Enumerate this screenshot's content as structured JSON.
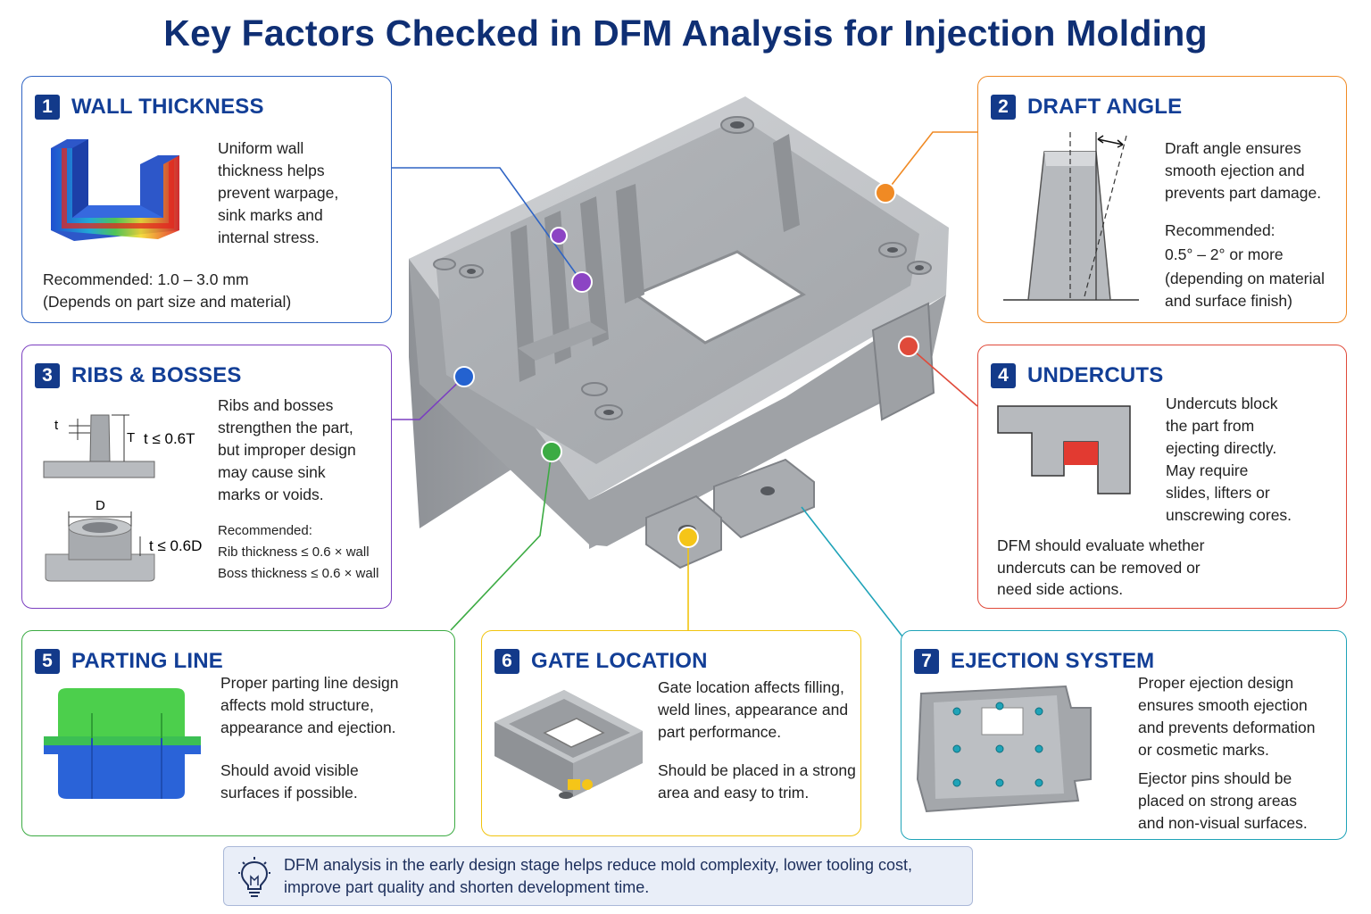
{
  "title": "Key Factors Checked in DFM Analysis for Injection Molding",
  "colors": {
    "navy": "#133a8a",
    "wall_thickness": "#2f64c4",
    "draft_angle": "#f08a24",
    "ribs_bosses": "#7b3fc0",
    "undercuts": "#e04a3a",
    "parting_line": "#3cab43",
    "gate_location": "#f1c40f",
    "ejection_system": "#1fa3b8"
  },
  "panels": {
    "wall": {
      "number": "1",
      "title": "WALL THICKNESS",
      "icon": "thickness-heatmap-icon",
      "lines": [
        "Uniform wall",
        "thickness helps",
        "prevent warpage,",
        "sink marks and",
        "internal stress."
      ],
      "recommend": [
        "Recommended: 1.0 – 3.0 mm",
        "(Depends on part size and material)"
      ]
    },
    "draft": {
      "number": "2",
      "title": "DRAFT ANGLE",
      "icon": "draft-angle-diagram",
      "lines": [
        "Draft angle ensures",
        "smooth ejection and",
        "prevents part damage."
      ],
      "recommend": [
        "Recommended:",
        "0.5° – 2° or more",
        "(depending on material",
        "and surface finish)"
      ]
    },
    "ribs": {
      "number": "3",
      "title": "RIBS & BOSSES",
      "icon": "rib-boss-diagram",
      "lines": [
        "Ribs and bosses",
        "strengthen the part,",
        "but improper design",
        "may cause sink",
        "marks or voids."
      ],
      "diagram_labels": {
        "t": "t",
        "T": "T",
        "rib_rule": "t ≤ 0.6T",
        "D": "D",
        "boss_rule": "t ≤ 0.6D"
      },
      "recommend": [
        "Recommended:",
        "Rib thickness ≤ 0.6 × wall",
        "Boss thickness ≤ 0.6 × wall"
      ]
    },
    "undercuts": {
      "number": "4",
      "title": "UNDERCUTS",
      "icon": "undercut-section-diagram",
      "lines": [
        "Undercuts block",
        "the part from",
        "ejecting directly.",
        "May require",
        "slides, lifters or",
        "unscrewing cores."
      ],
      "note": [
        "DFM should evaluate whether",
        "undercuts can be removed or",
        "need side actions."
      ]
    },
    "parting": {
      "number": "5",
      "title": "PARTING LINE",
      "icon": "parting-line-block-icon",
      "lines": [
        "Proper parting line design",
        "affects mold structure,",
        "appearance and ejection."
      ],
      "note": [
        "Should avoid visible",
        "surfaces if possible."
      ]
    },
    "gate": {
      "number": "6",
      "title": "GATE LOCATION",
      "icon": "gated-housing-icon",
      "lines": [
        "Gate location affects filling,",
        "weld lines, appearance and",
        "part performance."
      ],
      "note": [
        "Should be placed in a strong",
        "area and easy to trim."
      ]
    },
    "ejection": {
      "number": "7",
      "title": "EJECTION SYSTEM",
      "icon": "ejector-pin-layout-icon",
      "lines": [
        "Proper ejection design",
        "ensures smooth ejection",
        "and prevents deformation",
        "or cosmetic marks."
      ],
      "note": [
        "Ejector pins should be",
        "placed on strong areas",
        "and non-visual surfaces."
      ]
    }
  },
  "footer": {
    "icon": "lightbulb-icon",
    "lines": [
      "DFM analysis in the early design stage helps reduce mold complexity, lower tooling cost,",
      "improve part quality and shorten development time."
    ]
  },
  "center_image": "molded-housing-part"
}
